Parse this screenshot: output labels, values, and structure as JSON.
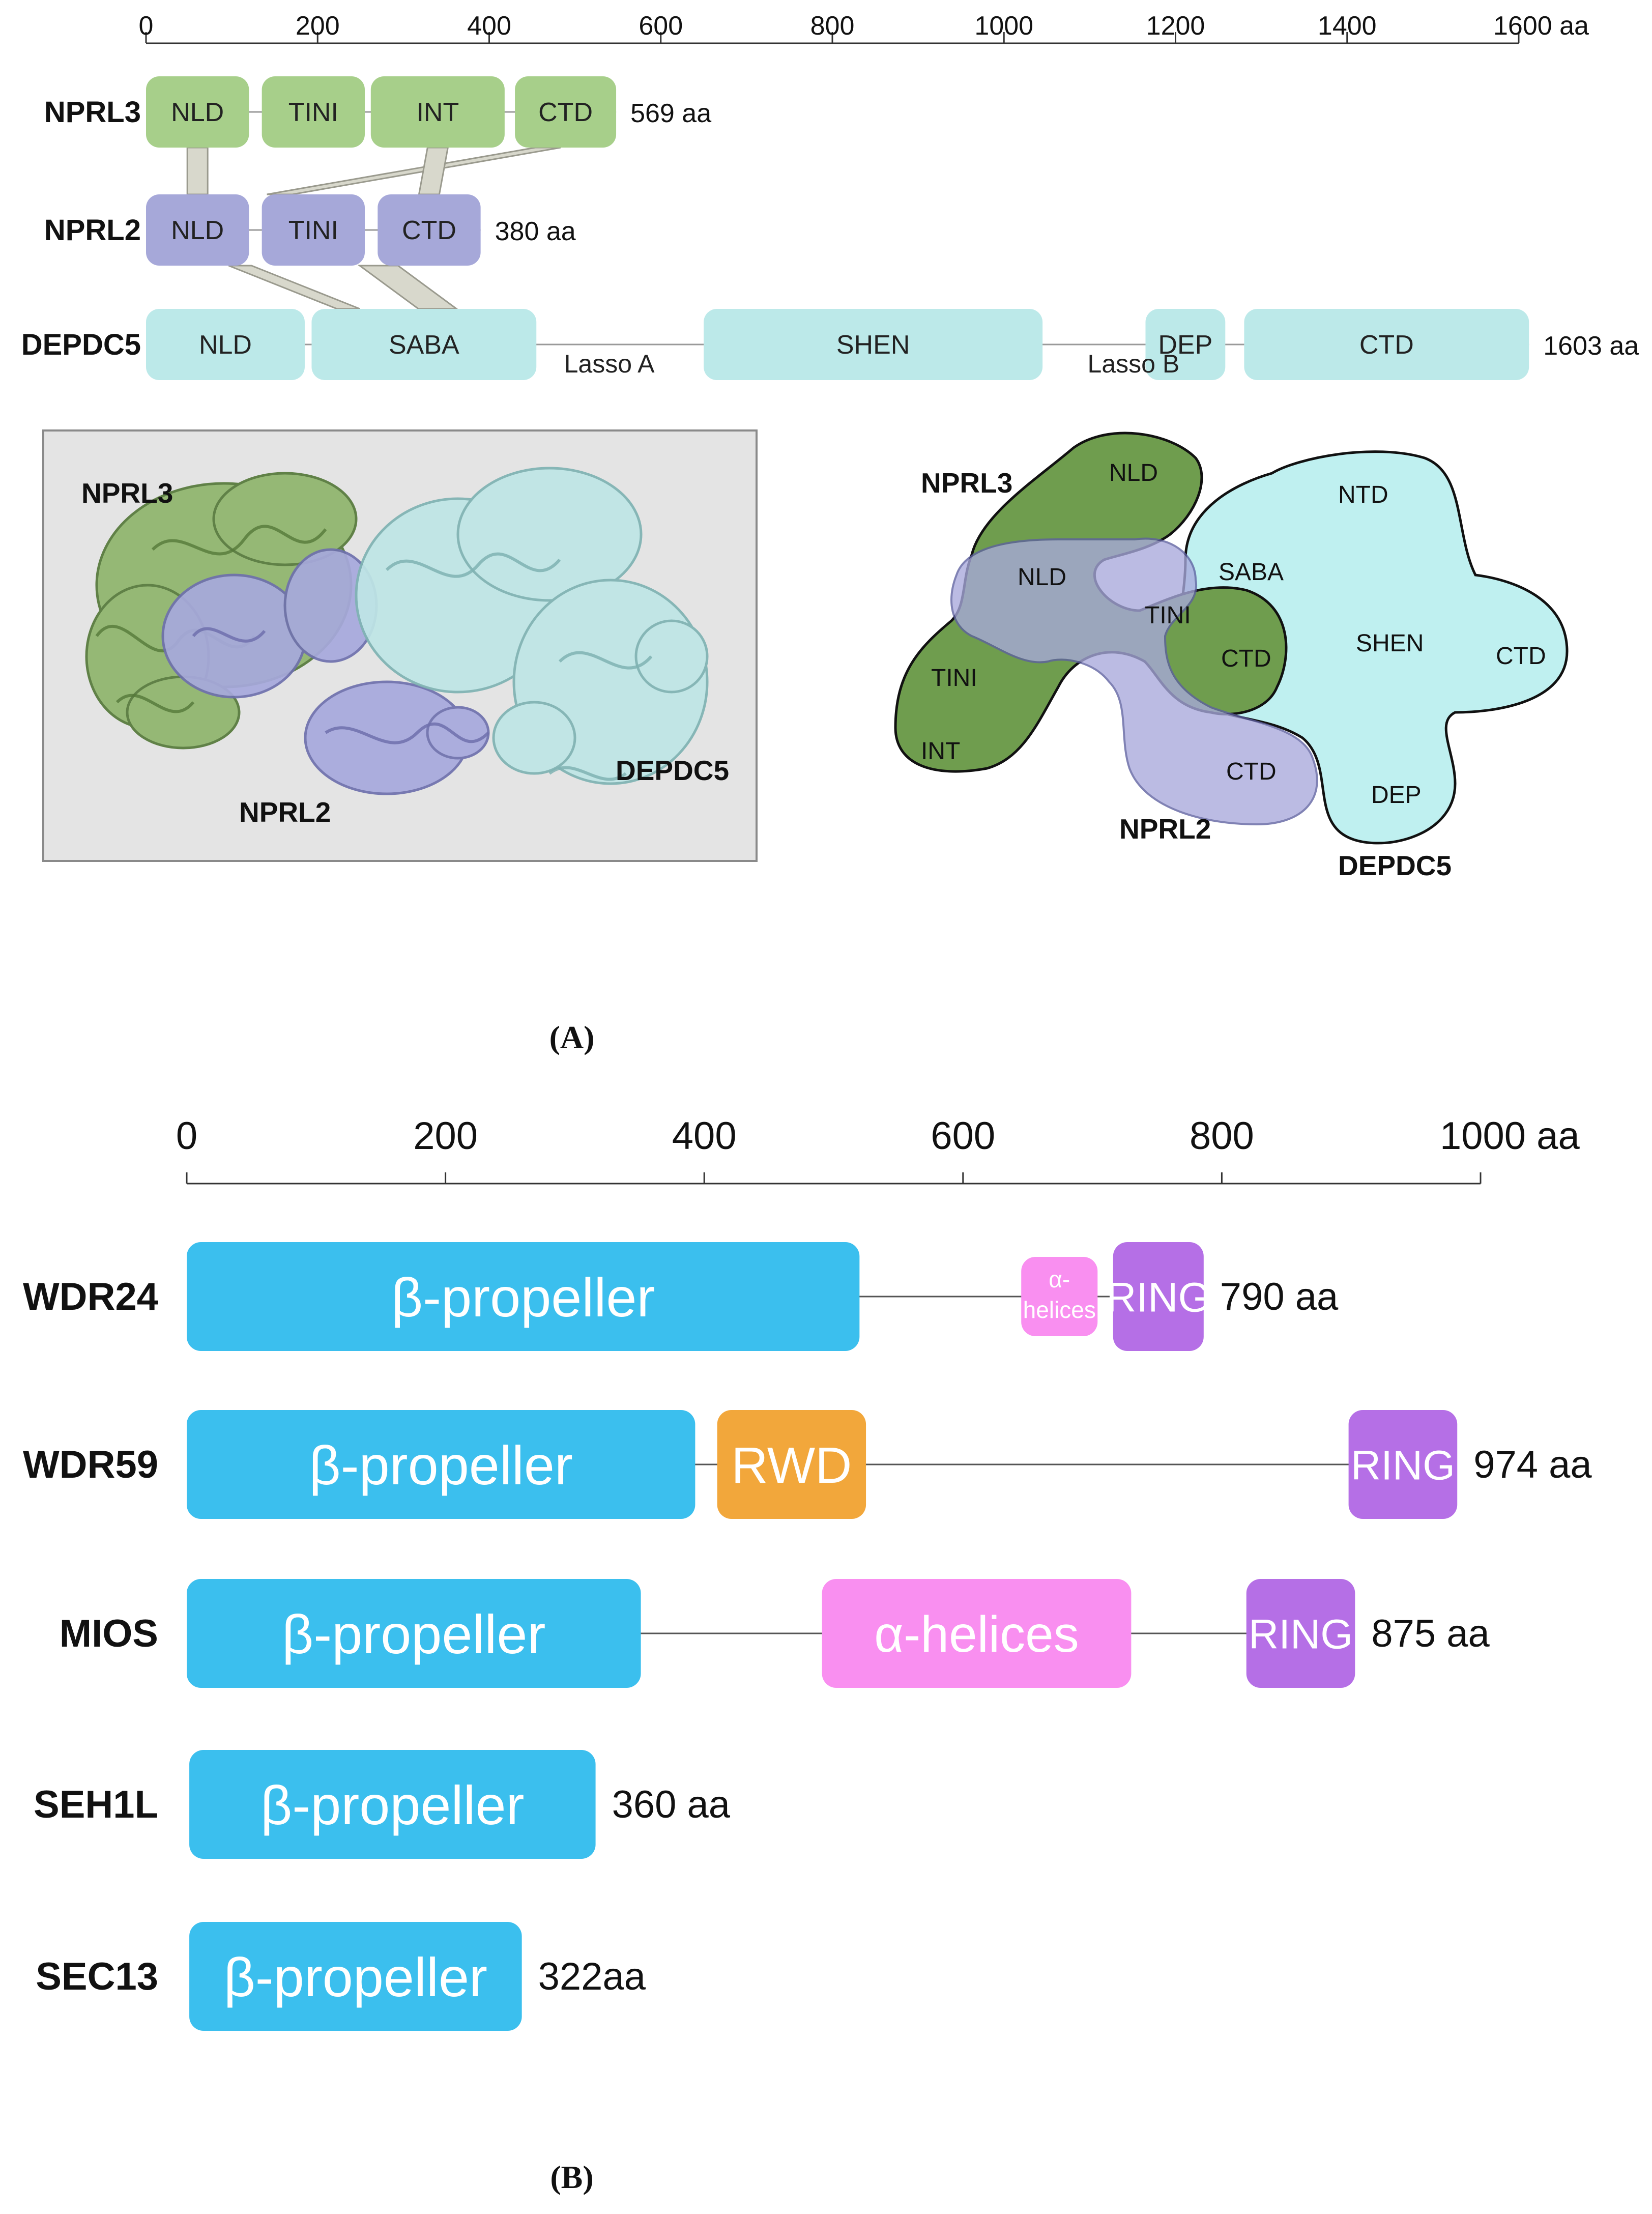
{
  "panel_a": {
    "label": "(A)",
    "axis": {
      "ticks": [
        "0",
        "200",
        "400",
        "600",
        "800",
        "1000",
        "1200",
        "1400"
      ],
      "end_label": "1600 aa",
      "max": 1600
    },
    "proteins": [
      {
        "id": "nprl3",
        "name": "NPRL3",
        "length_label": "569 aa",
        "color": "#a7cf8a",
        "domains": [
          {
            "label": "NLD",
            "start": 0,
            "end": 120
          },
          {
            "label": "TINI",
            "start": 135,
            "end": 255
          },
          {
            "label": "INT",
            "start": 262,
            "end": 418
          },
          {
            "label": "CTD",
            "start": 430,
            "end": 548
          }
        ]
      },
      {
        "id": "nprl2",
        "name": "NPRL2",
        "length_label": "380 aa",
        "color": "#a6a8d9",
        "domains": [
          {
            "label": "NLD",
            "start": 0,
            "end": 120
          },
          {
            "label": "TINI",
            "start": 135,
            "end": 255
          },
          {
            "label": "CTD",
            "start": 270,
            "end": 390
          }
        ]
      },
      {
        "id": "depdc5",
        "name": "DEPDC5",
        "length_label": "1603 aa",
        "color": "#bce9e9",
        "linker_labels": [
          {
            "label": "Lasso A",
            "pos": 540
          },
          {
            "label": "Lasso B",
            "pos": 1151
          }
        ],
        "domains": [
          {
            "label": "NLD",
            "start": 0,
            "end": 185
          },
          {
            "label": "SABA",
            "start": 193,
            "end": 455
          },
          {
            "label": "SHEN",
            "start": 650,
            "end": 1045
          },
          {
            "label": "DEP",
            "start": 1165,
            "end": 1258
          },
          {
            "label": "CTD",
            "start": 1280,
            "end": 1612
          }
        ]
      }
    ],
    "structure_labels": [
      "NPRL3",
      "NPRL2",
      "DEPDC5"
    ],
    "schematic": {
      "nprl3_color": "#6f9d4e",
      "nprl2_color": "#a8a9dc",
      "depdc5_color": "#bff0f0",
      "labels": {
        "nprl3": "NPRL3",
        "nprl3_nld": "NLD",
        "nprl3_tini": "TINI",
        "nprl3_int": "INT",
        "nprl3_ctd": "CTD",
        "nprl2": "NPRL2",
        "nprl2_nld": "NLD",
        "nprl2_tini": "TINI",
        "nprl2_ctd": "CTD",
        "depdc5": "DEPDC5",
        "depdc5_ntd": "NTD",
        "depdc5_saba": "SABA",
        "depdc5_shen": "SHEN",
        "depdc5_ctd": "CTD",
        "depdc5_dep": "DEP"
      }
    }
  },
  "panel_b": {
    "label": "(B)",
    "axis": {
      "ticks": [
        "0",
        "200",
        "400",
        "600",
        "800"
      ],
      "end_label": "1000 aa",
      "max": 1000
    },
    "colors": {
      "propeller": "#3bbfee",
      "rwd": "#f2a73b",
      "helices": "#f98ff0",
      "ring": "#b56fe6"
    },
    "proteins": [
      {
        "id": "wdr24",
        "name": "WDR24",
        "length_label": "790 aa",
        "line_end": 755,
        "domains": [
          {
            "label": "β-propeller",
            "kind": "propeller",
            "start": 0,
            "end": 520
          },
          {
            "label": "α-helices",
            "kind": "helices",
            "start": 645,
            "end": 704,
            "small": true
          },
          {
            "label": "RING",
            "kind": "ring",
            "start": 716,
            "end": 786
          }
        ]
      },
      {
        "id": "wdr59",
        "name": "WDR59",
        "length_label": "974 aa",
        "line_end": 900,
        "domains": [
          {
            "label": "β-propeller",
            "kind": "propeller",
            "start": 0,
            "end": 393
          },
          {
            "label": "RWD",
            "kind": "rwd",
            "start": 410,
            "end": 525
          },
          {
            "label": "RING",
            "kind": "ring",
            "start": 898,
            "end": 982
          }
        ]
      },
      {
        "id": "mios",
        "name": "MIOS",
        "length_label": "875 aa",
        "line_end": 820,
        "domains": [
          {
            "label": "β-propeller",
            "kind": "propeller",
            "start": 0,
            "end": 351
          },
          {
            "label": "α-helices",
            "kind": "helices",
            "start": 491,
            "end": 730
          },
          {
            "label": "RING",
            "kind": "ring",
            "start": 819,
            "end": 903
          }
        ]
      },
      {
        "id": "seh1l",
        "name": "SEH1L",
        "length_label": "360 aa",
        "line_end": 0,
        "domains": [
          {
            "label": "β-propeller",
            "kind": "propeller",
            "start": 2,
            "end": 316
          }
        ]
      },
      {
        "id": "sec13",
        "name": "SEC13",
        "length_label": "322aa",
        "line_end": 0,
        "domains": [
          {
            "label": "β-propeller",
            "kind": "propeller",
            "start": 2,
            "end": 259
          }
        ]
      }
    ]
  }
}
